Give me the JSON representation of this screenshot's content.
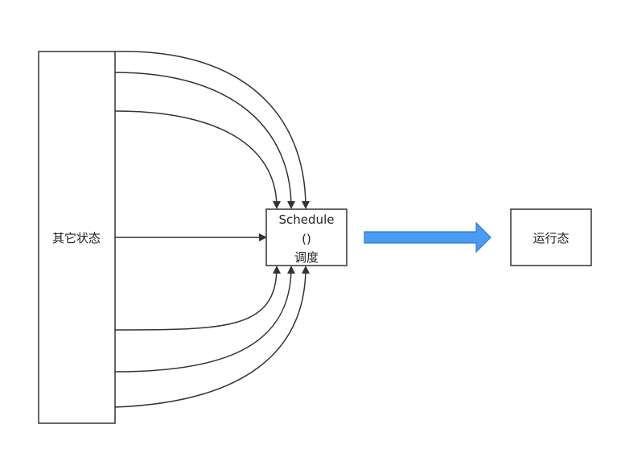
{
  "diagram": {
    "nodes": {
      "other_states": {
        "label": "其它状态"
      },
      "schedule": {
        "label_line1": "Schedule",
        "label_line2": "()",
        "label_line3": "调度"
      },
      "running_state": {
        "label": "运行态"
      }
    },
    "colors": {
      "stroke": "#333333",
      "big_arrow_fill": "#4a9cf2",
      "big_arrow_stroke": "#2f7dd1",
      "background": "#ffffff"
    },
    "edges_count_from_other_states_to_schedule": 7
  }
}
